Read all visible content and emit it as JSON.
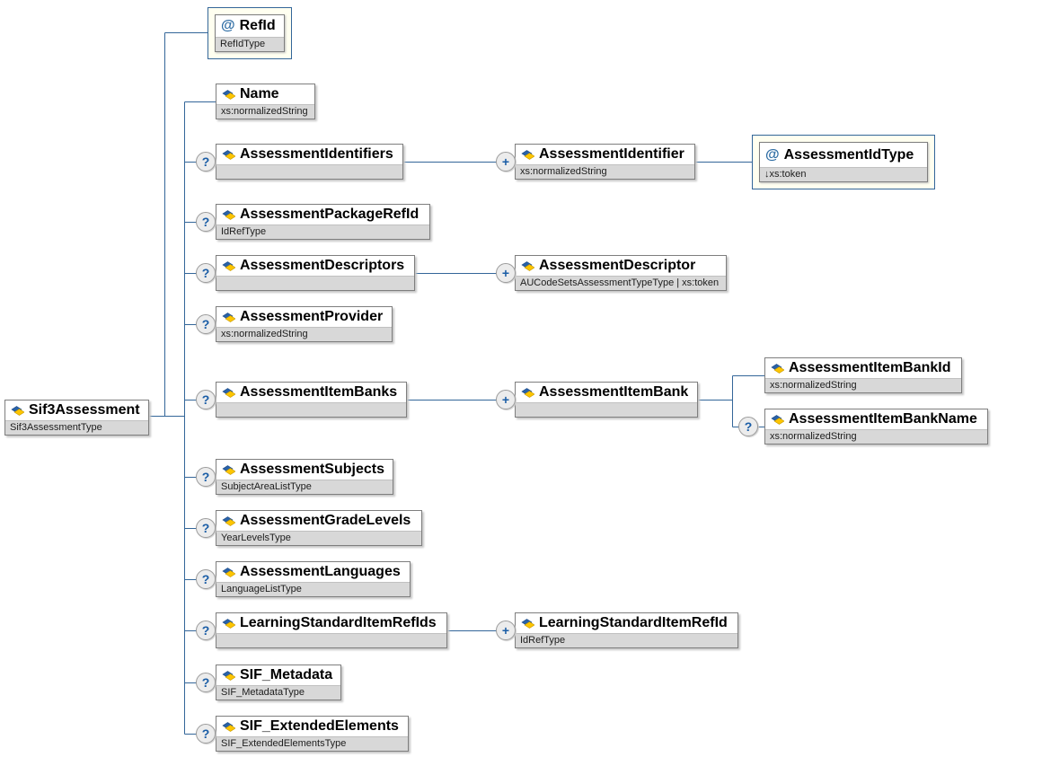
{
  "icons": {
    "attribute_glyph": "@",
    "optional_glyph": "?",
    "repeat_glyph": "+"
  },
  "colors": {
    "connector": "#336699",
    "attribute_box_bg": "#fffff0",
    "attribute_box_border": "#336699",
    "type_bar_bg": "#d8d8d8",
    "badge_glyph_blue": "#1a5da6"
  },
  "nodes": {
    "root": {
      "name": "Sif3Assessment",
      "type": "Sif3AssessmentType"
    },
    "refId": {
      "name": "RefId",
      "type": "RefIdType"
    },
    "name": {
      "name": "Name",
      "type": "xs:normalizedString"
    },
    "assessmentIdentifiers": {
      "name": "AssessmentIdentifiers",
      "type": ""
    },
    "assessmentIdentifier": {
      "name": "AssessmentIdentifier",
      "type": "xs:normalizedString"
    },
    "assessmentIdType": {
      "name": "AssessmentIdType",
      "type": "↓xs:token"
    },
    "assessmentPackageRefId": {
      "name": "AssessmentPackageRefId",
      "type": "IdRefType"
    },
    "assessmentDescriptors": {
      "name": "AssessmentDescriptors",
      "type": ""
    },
    "assessmentDescriptor": {
      "name": "AssessmentDescriptor",
      "type": "AUCodeSetsAssessmentTypeType | xs:token"
    },
    "assessmentProvider": {
      "name": "AssessmentProvider",
      "type": "xs:normalizedString"
    },
    "assessmentItemBanks": {
      "name": "AssessmentItemBanks",
      "type": ""
    },
    "assessmentItemBank": {
      "name": "AssessmentItemBank",
      "type": ""
    },
    "assessmentItemBankId": {
      "name": "AssessmentItemBankId",
      "type": "xs:normalizedString"
    },
    "assessmentItemBankName": {
      "name": "AssessmentItemBankName",
      "type": "xs:normalizedString"
    },
    "assessmentSubjects": {
      "name": "AssessmentSubjects",
      "type": "SubjectAreaListType"
    },
    "assessmentGradeLevels": {
      "name": "AssessmentGradeLevels",
      "type": "YearLevelsType"
    },
    "assessmentLanguages": {
      "name": "AssessmentLanguages",
      "type": "LanguageListType"
    },
    "learningStandardItemRefIds": {
      "name": "LearningStandardItemRefIds",
      "type": ""
    },
    "learningStandardItemRefId": {
      "name": "LearningStandardItemRefId",
      "type": "IdRefType"
    },
    "sifMetadata": {
      "name": "SIF_Metadata",
      "type": "SIF_MetadataType"
    },
    "sifExtendedElements": {
      "name": "SIF_ExtendedElements",
      "type": "SIF_ExtendedElementsType"
    }
  }
}
